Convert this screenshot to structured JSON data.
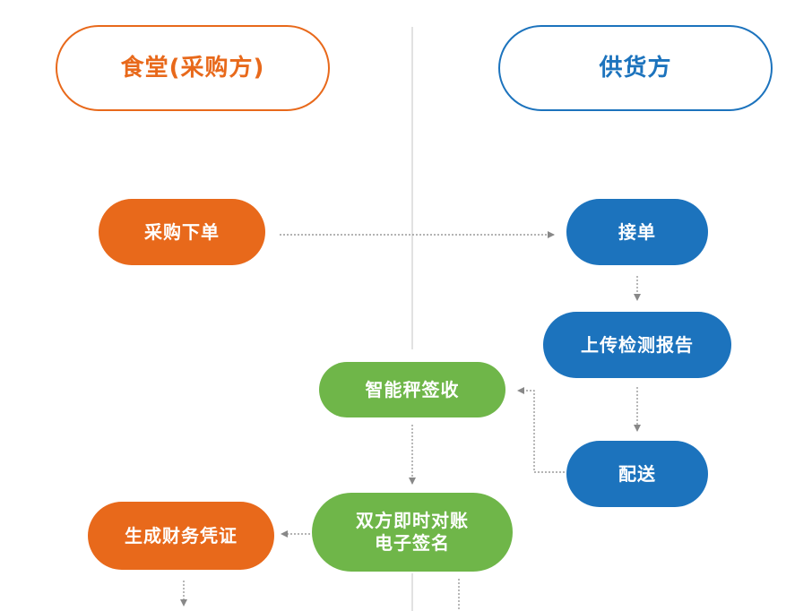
{
  "colors": {
    "canteen": "#E8691B",
    "supplier": "#1C73BD",
    "shared": "#6FB649",
    "connector": "#888888",
    "divider": "#D8D8D8"
  },
  "lanes": {
    "canteen": {
      "label": "食堂(采购方)"
    },
    "supplier": {
      "label": "供货方"
    }
  },
  "steps": {
    "purchase_order": "采购下单",
    "accept_order": "接单",
    "upload_report": "上传检测报告",
    "deliver": "配送",
    "smart_scale_receive": "智能秤签收",
    "reconcile_line1": "双方即时对账",
    "reconcile_line2": "电子签名",
    "financial_voucher": "生成财务凭证"
  }
}
